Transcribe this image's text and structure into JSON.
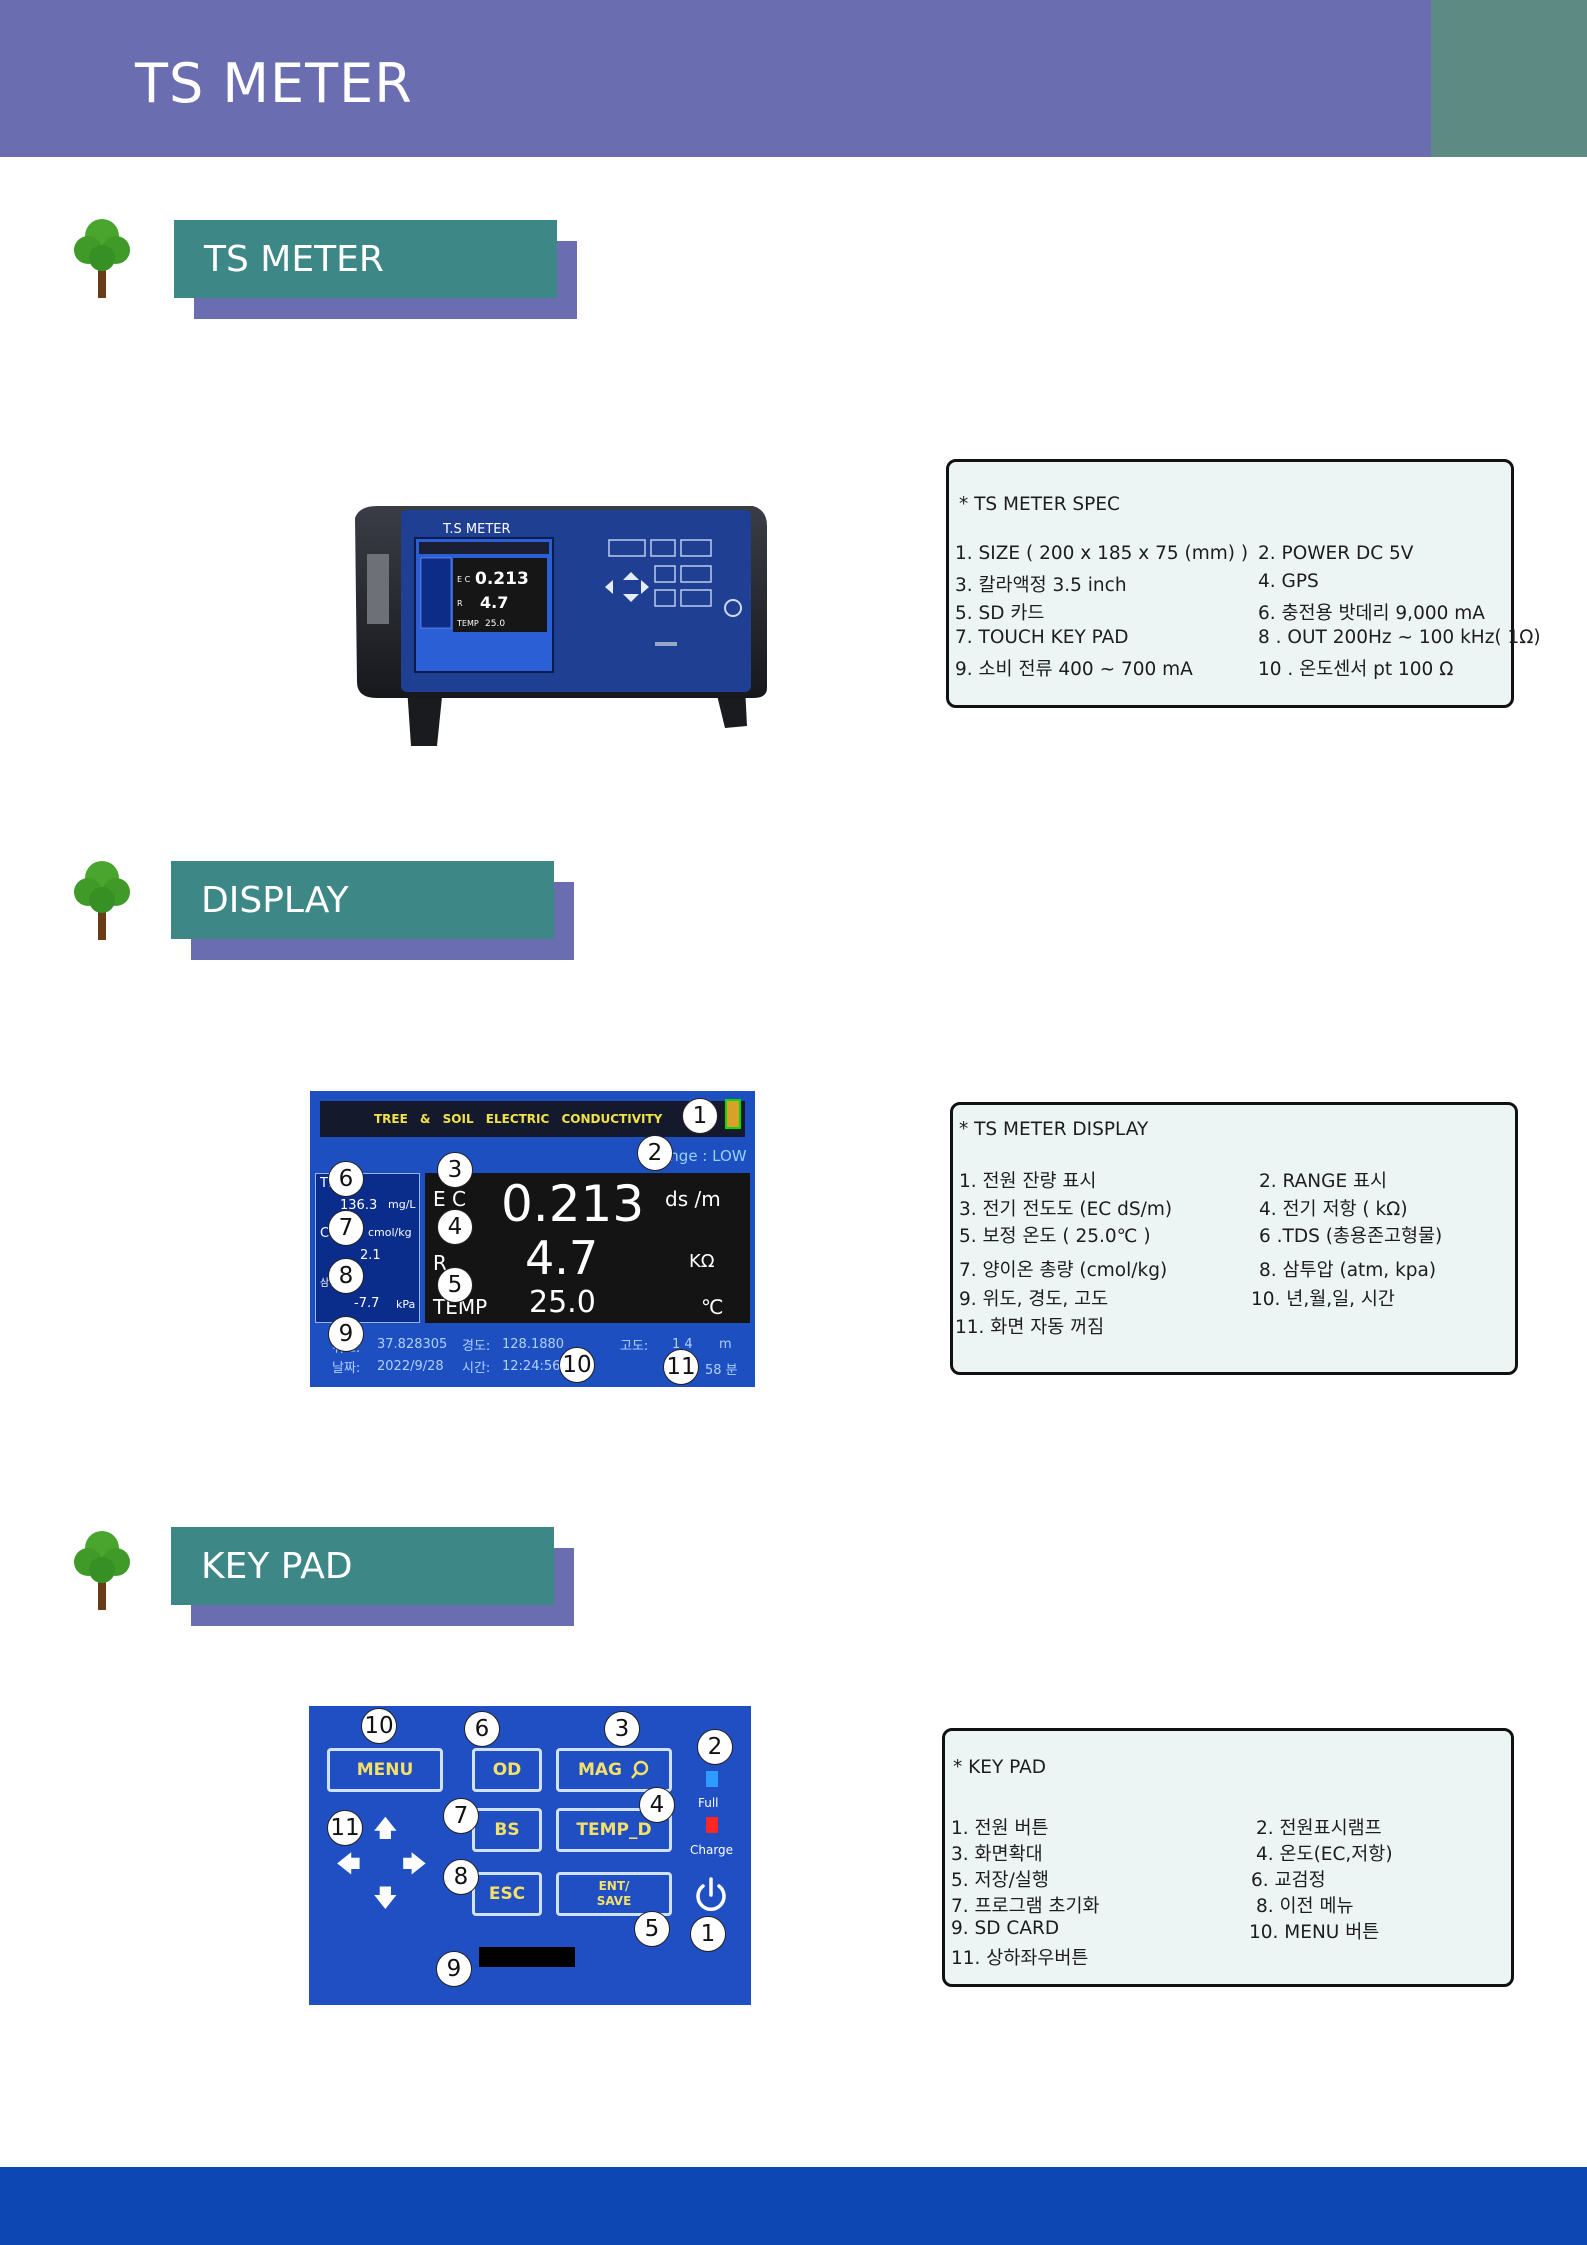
{
  "header": {
    "title": "TS METER"
  },
  "sections": {
    "ts_meter": {
      "title": "TS METER"
    },
    "display": {
      "title": "DISPLAY"
    },
    "keypad": {
      "title": "KEY PAD"
    }
  },
  "spec": {
    "title": "* TS METER SPEC",
    "rows": [
      [
        "1. SIZE ( 200 x 185 x 75 (mm) )",
        "2. POWER DC 5V"
      ],
      [
        "3. 칼라액정 3.5 inch",
        "4. GPS"
      ],
      [
        "5. SD 카드",
        "6. 충전용 밧데리 9,000 mA"
      ],
      [
        "7. TOUCH KEY PAD",
        "8 . OUT 200Hz ~ 100 kHz( 1Ω)"
      ],
      [
        "9. 소비 전류 400 ~ 700 mA",
        "10 . 온도센서 pt 100 Ω"
      ]
    ]
  },
  "display_info": {
    "title": "* TS METER DISPLAY",
    "rows": [
      [
        "1. 전원 잔량 표시",
        "2. RANGE 표시"
      ],
      [
        "3. 전기 전도도 (EC dS/m)",
        "4. 전기 저항 ( kΩ)"
      ],
      [
        "5. 보정 온도 ( 25.0℃ )",
        "6 .TDS (총용존고형물)"
      ],
      [
        "7. 양이온 총량 (cmol/kg)",
        "8. 삼투압 (atm, kpa)"
      ],
      [
        "9. 위도, 경도, 고도",
        "10. 년,월,일, 시간"
      ],
      [
        "11. 화면 자동 꺼짐",
        ""
      ]
    ]
  },
  "keypad_info": {
    "title": "* KEY PAD",
    "rows": [
      [
        "1. 전원 버튼",
        "2. 전원표시램프"
      ],
      [
        "3. 화면확대",
        "4. 온도(EC,저항)"
      ],
      [
        "5. 저장/실행",
        "6. 교검정"
      ],
      [
        "7. 프로그램 초기화",
        "8. 이전 메뉴"
      ],
      [
        "9. SD CARD",
        "10. MENU 버튼"
      ],
      [
        "11. 상하좌우버튼",
        ""
      ]
    ]
  },
  "device": {
    "label": "T.S METER",
    "screen_ec": "0.213",
    "screen_r": "4.7",
    "screen_temp": "25.0"
  },
  "display_screen": {
    "header": "TREE & SOIL ELECTRIC CONDUCTIVITY",
    "range": "Range : LOW",
    "tds_label": "TDS",
    "tds_value": "136.3",
    "tds_unit": "mg/L",
    "cec_label": "CEC",
    "cec_unit": "cmol/kg",
    "cec_value": "2.1",
    "op_label": "삼투압",
    "op_value": "-7.7",
    "op_unit": "kPa",
    "ec_label": "E C",
    "ec_value": "0.213",
    "ec_unit": "ds /m",
    "r_label": "R",
    "r_value": "4.7",
    "r_unit": "KΩ",
    "temp_label": "TEMP",
    "temp_value": "25.0",
    "temp_unit": "℃",
    "lat_label": "위도:",
    "lat_value": "37.828305",
    "lon_label": "경도:",
    "lon_value": "128.1880",
    "alt_label": "고도:",
    "alt_value": "1 4",
    "alt_unit": "m",
    "date_label": "날짜:",
    "date_value": "2022/9/28",
    "time_label": "시간:",
    "time_value": "12:24:56",
    "off_value": "58 분"
  },
  "keypad_screen": {
    "menu": "MENU",
    "od": "OD",
    "mag": "MAG",
    "bs": "BS",
    "temp_d": "TEMP_D",
    "esc": "ESC",
    "ent": "ENT/",
    "save": "SAVE",
    "full": "Full",
    "charge": "Charge"
  },
  "markers": [
    "1",
    "2",
    "3",
    "4",
    "5",
    "6",
    "7",
    "8",
    "9",
    "10",
    "11"
  ],
  "colors": {
    "banner": "#6a6db0",
    "banner_accent": "#5d8a82",
    "section_box": "#3d8787",
    "info_bg": "#ecf5f3",
    "footer": "#0d47b3",
    "screen_blue": "#1d4fc0"
  }
}
